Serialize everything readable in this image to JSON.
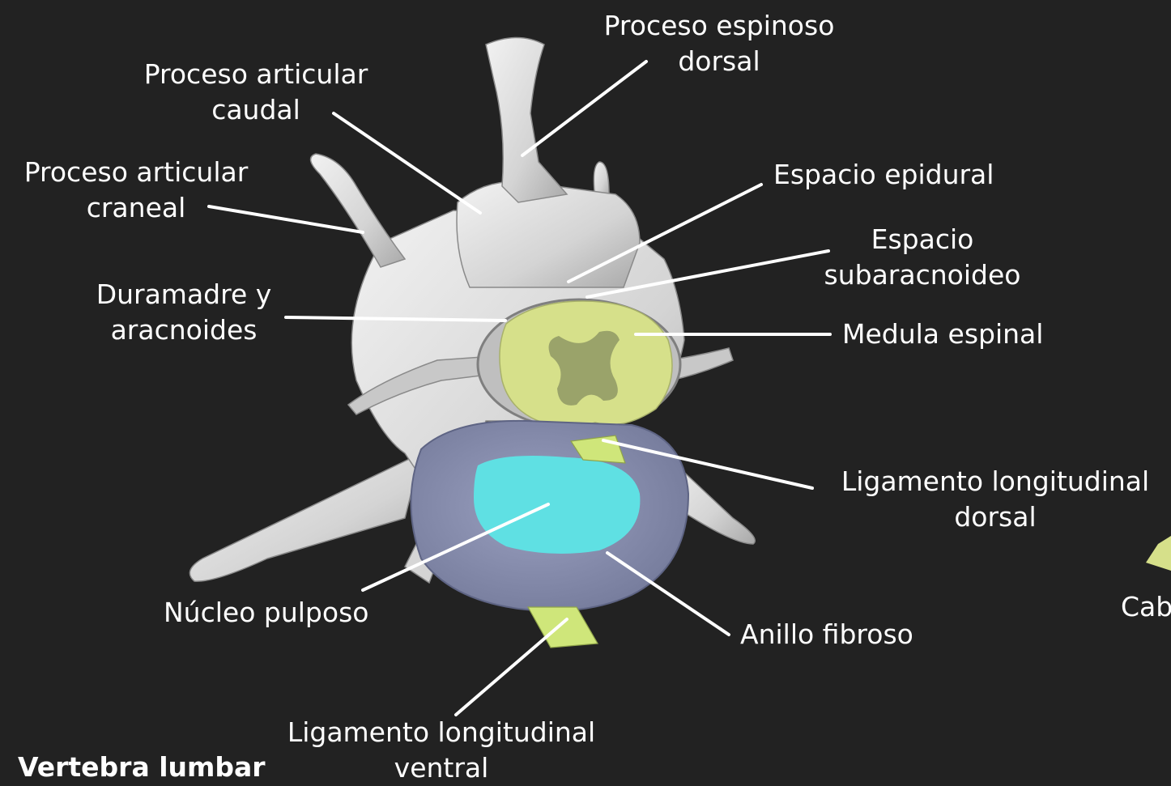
{
  "labels": {
    "proceso_espinoso": "Proceso espinoso\ndorsal",
    "proceso_articular_caudal": "Proceso articular\ncaudal",
    "proceso_articular_craneal": "Proceso articular\ncraneal",
    "espacio_epidural": "Espacio epidural",
    "espacio_subaracnoideo": "Espacio\nsubaracnoideo",
    "duramadre": "Duramadre y\naracnoides",
    "medula_espinal": "Medula espinal",
    "ligamento_dorsal": "Ligamento longitudinal\ndorsal",
    "nucleo_pulposo": "Núcleo pulposo",
    "anillo_fibroso": "Anillo fibroso",
    "ligamento_ventral": "Ligamento longitudinal\nventral"
  },
  "caption": "Vertebra lumbar",
  "cut_off_text": "Cab",
  "colors": {
    "background": "#222222",
    "bone": "#d9d9d9",
    "spinal_cord": "#d6e08a",
    "gray_matter": "#9aa36a",
    "annulus": "#8c93b3",
    "nucleus": "#5fe0e3",
    "ligament": "#cfe67a",
    "leader_line": "#ffffff"
  }
}
